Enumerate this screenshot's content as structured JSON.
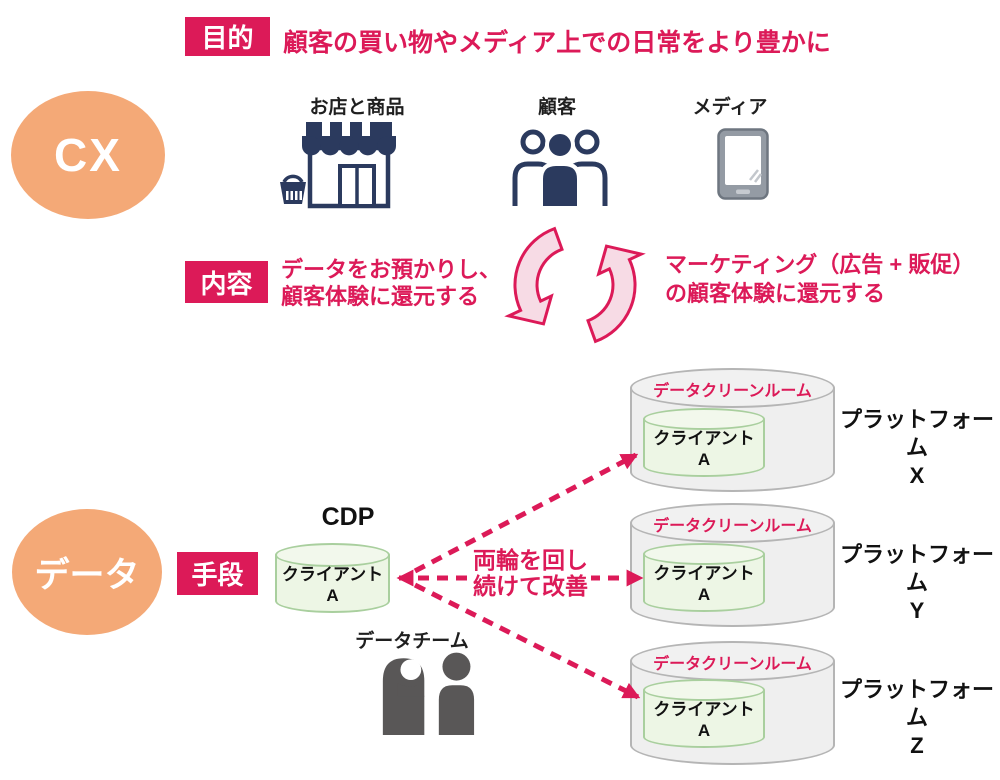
{
  "colors": {
    "crimson": "#DC1A58",
    "orange": "#F4A977",
    "navy": "#2B3A5E",
    "green_fill": "#EDF6E5",
    "green_border": "#A9CF9E",
    "gray_fill": "#EFEFEF",
    "gray_border": "#B5B5B5",
    "team_gray": "#595757"
  },
  "purpose": {
    "label": "目的",
    "headline": "顧客の買い物やメディア上での日常をより豊かに"
  },
  "cx": {
    "bubble_label": "CX"
  },
  "actors": [
    {
      "label": "お店と商品",
      "icon": "storefront-icon"
    },
    {
      "label": "顧客",
      "icon": "customers-icon"
    },
    {
      "label": "メディア",
      "icon": "smartphone-icon"
    }
  ],
  "content": {
    "label": "内容",
    "left_line1": "データをお預かりし、",
    "left_line2": "顧客体験に還元する",
    "right_line1": "マーケティング（広告 + 販促）",
    "right_line2": "の顧客体験に還元する"
  },
  "data_flow": {
    "bubble_label": "データ",
    "means_label": "手段",
    "cdp_title": "CDP",
    "cdp_client_line1": "クライアント",
    "cdp_client_line2": "A",
    "team_label": "データチーム",
    "loop_line1": "両輪を回し",
    "loop_line2": "続けて改善"
  },
  "platforms": [
    {
      "room_label": "データクリーンルーム",
      "client_line1": "クライアント",
      "client_line2": "A",
      "name_line1": "プラットフォーム",
      "name_line2": "X"
    },
    {
      "room_label": "データクリーンルーム",
      "client_line1": "クライアント",
      "client_line2": "A",
      "name_line1": "プラットフォーム",
      "name_line2": "Y"
    },
    {
      "room_label": "データクリーンルーム",
      "client_line1": "クライアント",
      "client_line2": "A",
      "name_line1": "プラットフォーム",
      "name_line2": "Z"
    }
  ]
}
